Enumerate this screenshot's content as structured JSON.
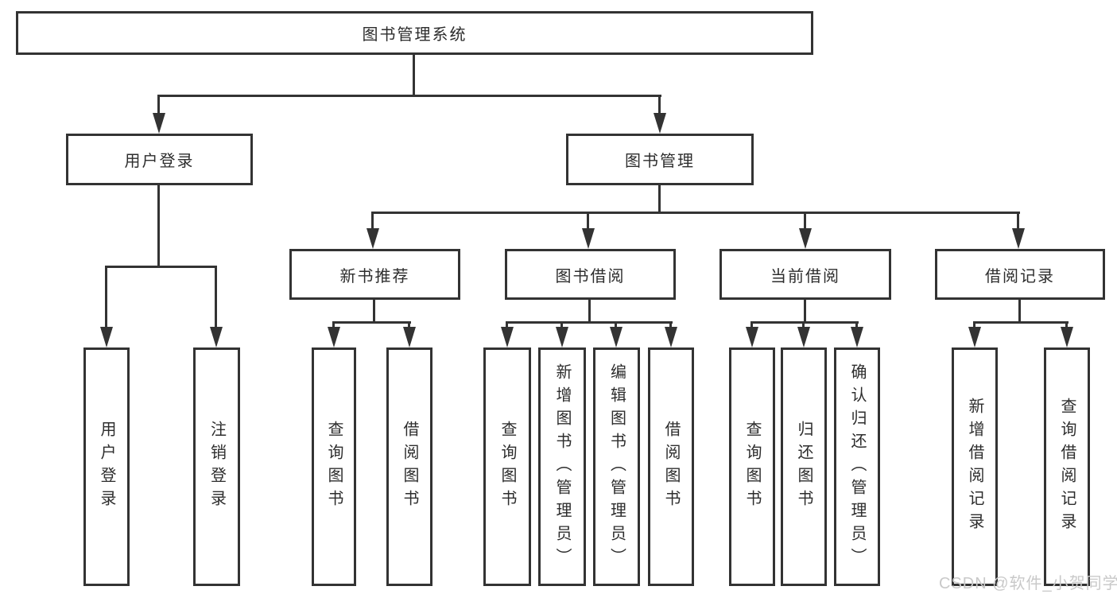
{
  "title": "图书管理系统",
  "tree": {
    "root": {
      "label": "图书管理系统"
    },
    "user_login": {
      "label": "用户登录",
      "children": {
        "login": "用户登录",
        "logout": "注销登录"
      }
    },
    "book_mgmt": {
      "label": "图书管理"
    },
    "new_book": {
      "label": "新书推荐",
      "children": {
        "query": "查询图书",
        "borrow": "借阅图书"
      }
    },
    "book_borrow": {
      "label": "图书借阅",
      "children": {
        "query": "查询图书",
        "add": "新增图书（管理员）",
        "edit": "编辑图书（管理员）",
        "borrow": "借阅图书"
      }
    },
    "current_borrow": {
      "label": "当前借阅",
      "children": {
        "query": "查询图书",
        "return": "归还图书",
        "confirm": "确认归还（管理员）"
      }
    },
    "borrow_record": {
      "label": "借阅记录",
      "children": {
        "add": "新增借阅记录",
        "query": "查询借阅记录"
      }
    }
  },
  "watermark": "CSDN @软件_小贺同学",
  "colors": {
    "line": "#333333",
    "text": "#2d2d2d",
    "watermark": "#c9c9c9",
    "background": "#ffffff"
  }
}
